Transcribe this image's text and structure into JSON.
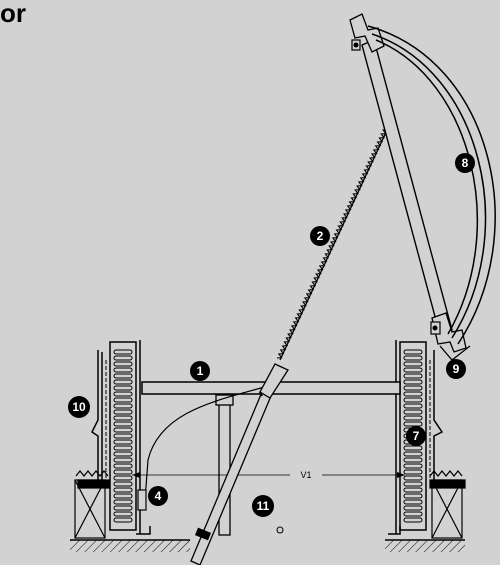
{
  "header": {
    "title_fragment": "or"
  },
  "callouts": {
    "c1": "1",
    "c2": "2",
    "c4": "4",
    "c7": "7",
    "c8": "8",
    "c9": "9",
    "c10": "10",
    "c11": "11"
  },
  "dimension": {
    "v1": "V1"
  },
  "colors": {
    "background": "#d2d2d2",
    "ink": "#000000",
    "bubble_text": "#ffffff"
  }
}
